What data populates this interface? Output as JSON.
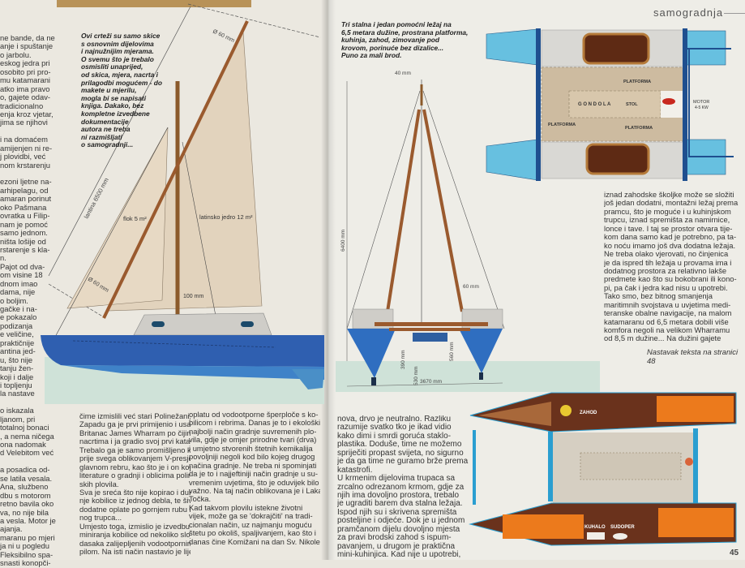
{
  "header": {
    "section": "samogradnja",
    "page_number": "45"
  },
  "left_page": {
    "column_left": [
      "ne bande, da ne",
      "anje i spuštanje",
      "o jarbolu.",
      "eskog jedra pri",
      "osobito pri pro-",
      "mu katamarani",
      "atko ima pravo",
      "o, gajete odav-",
      "tradicionalno",
      "enja kroz vjetar,",
      "jima se njihovi",
      "",
      "i na domaćem",
      "amijenjen ni re-",
      "j plovidbi, već",
      "nom krstarenju",
      "",
      "ezoni ljetne na-",
      "arhipelagu, od",
      "amaran porinut",
      "oko Pašmana",
      "ovratka u Filip-",
      "nam je pomoć",
      "samo jednom.",
      "ništa lošije od",
      "rstarenje s kla-",
      "n.",
      "Pajot od dva-",
      "om visine 18",
      "dnom imao",
      "dama, nije",
      "o boljim.",
      "gačke i na-",
      "e pokazalo",
      "podizanja",
      "e veličine,",
      "praktičnije",
      "antina jed-",
      "u, što nije",
      "tanju žen-",
      "koji i dalje",
      "i topljenju",
      "la nastave",
      "",
      "o iskazala",
      "ljanom, pri",
      "totalnoj bonaci",
      ", a nema ničega",
      "ona nadomak",
      "d Velebitom već",
      "",
      "a posadica od-",
      "se latila vesala.",
      "Ana, službeno",
      "dbu s motorom",
      "retno bavila oko",
      "va, no nije bila",
      "a vesla. Motor je",
      "ajanja.",
      "maranu po mjeri",
      "ja ni u pogledu",
      "Fleksibilno spa-",
      "snasti konopči-"
    ],
    "caption": [
      "Ovi crteži su samo skice",
      "s osnovnim dijelovima",
      "i najnužnijim mjerama.",
      "O svemu što je trebalo",
      "osmisliti unaprijed,",
      "od skica, mjera, nacrta i",
      "prilagodbi mogućem - do",
      "makete u mjerilu,",
      "mogla bi se napisati",
      "knjiga. Dakako, bez",
      "kompletne izvedbene",
      "dokumentacije",
      "autora ne treba",
      "ni razmišljati",
      "o samogradnji..."
    ],
    "drawing_labels": {
      "yard_length": "lantina 6500 mm",
      "yard_diameter_top": "Ø 60 mm",
      "yard_diameter_bottom": "Ø 60 mm",
      "jib": "flok 5 m²",
      "lateen_sail": "latinsko jedro 12 m²",
      "mast_width": "100 mm"
    },
    "column_bottom_1": [
      "čime izmislili već stari Polinežani, a na",
      "Zapadu ga je prvi primijenio i usavršio",
      "Britanac James Wharram po čijim sam",
      "nacrtima i ja gradio svoj prvi katamaran.",
      "Trebalo ga je samo promišljeno kopirati,",
      "prije svega oblikovanjem  V-presjeka na",
      "glavnom rebru, kao što je i on kopirao iz",
      "literature o gradnji i oblicima polinezij-",
      "skih plovila.",
      "   Sva je sreća što nije kopirao i dublje-",
      "nje kobilice iz jednog debla, te šivanje",
      "dodatne oplate po gornjem rubu istesa-",
      "nog trupca...",
      "   Umjesto toga, izmislio je izvedbu la-",
      "miniranja kobilice od nekoliko slojeva",
      "dasaka zalijepljenih vodootpornim lje-",
      "pilom. Na isti način nastavio je lijepiti i"
    ],
    "column_bottom_2": [
      "oplatu od vodootporne šperploče s ko-",
      "bilicom i rebrima. Danas je to i ekološki",
      "najbolji način gradnje suvremenih plo-",
      "vila, gdje je omjer prirodne tvari (drva)",
      "i umjetno stvorenih štetnih kemikalija",
      "povoljniji negoli kod bilo kojeg drugog",
      "načina gradnje. Ne treba ni spominjati",
      "da je to i najjeftiniji način gradnje u su-",
      "vremenim uvjetima, što je oduvijek bilo",
      "važno. Na taj način oblikovana je i Laka",
      "Točka.",
      "   Kad takvom plovilu istekne životni",
      "vijek, može ga se 'dokrajčiti' na tradi-",
      "cionalan način, uz najmanju moguću",
      "štetu po okoliš, spaljivanjem, kao što i",
      "danas čine Komižani na dan Sv. Nikole."
    ]
  },
  "right_page": {
    "caption": [
      "Tri stalna i jedan pomoćni ležaj na",
      "6,5 metara dužine, prostrana platforma,",
      "kuhinja, zahod, zimovanje pod",
      "krovom, porinuće bez dizalice...",
      "Puno za mali brod."
    ],
    "top_view_labels": {
      "platform_top": "PLATFORMA",
      "platform_left": "PLATFORMA",
      "platform_bottom": "PLATFORMA",
      "gondola": "G O N D O L A",
      "table": "STOL",
      "motor": "MOTOR",
      "motor_power": "4-5 KW"
    },
    "front_view_labels": {
      "mast_top": "40 mm",
      "height": "6400 mm",
      "leg": "60 mm",
      "draft_1": "390 mm",
      "draft_2": "530 mm",
      "clearance": "560 mm",
      "beam": "3670 mm"
    },
    "plan_view_labels": {
      "toilet": "ZAHOD",
      "stove": "KUHALO",
      "sink": "SUDOPER"
    },
    "column_right": [
      "iznad zahodske školjke može se složiti",
      "još jedan dodatni, montažni ležaj prema",
      "pramcu, što je moguće i u kuhinjskom",
      "trupcu, iznad spremišta za namirnice,",
      "lonce i tave. I taj se prostor otvara tije-",
      "kom dana samo kad je potrebno, pa ta-",
      "ko noću imamo još dva dodatna ležaja.",
      "   Ne treba olako vjerovati, no činjenica",
      "je da ispred tih ležaja u provama ima i",
      "dodatnog prostora za relativno lakše",
      "predmete kao što su bokobrani ili kono-",
      "pi, pa čak i jedra kad nisu u upotrebi.",
      "   Tako smo, bez bitnog smanjenja",
      "maritimnih svojstava u uvjetima medi-",
      "teranske obalne navigacije, na malom",
      "katamaranu od 6,5 metara dobili više",
      "komfora negoli na velikom Wharramu",
      "od 8,5 m dužine...  Na dužini gajete"
    ],
    "continue_note": "Nastavak teksta na stranici 48",
    "column_bottom": [
      "nova, drvo je neutralno. Razliku",
      "razumije svatko tko je ikad vidio",
      "kako dimi i smrdi goruća staklo-",
      "plastika. Doduše, time ne možemo",
      "spriječiti propast svijeta, no sigurno",
      "je da ga time ne guramo brže prema",
      "katastrofi.",
      "   U krmenim dijelovima trupaca sa",
      "zrcalno odrezanom krmom, gdje za",
      "njih ima dovoljno prostora, trebalo",
      "je ugraditi barem dva stalna ležaja.",
      "Ispod njih su i skrivena spremišta",
      "posteljine i odjeće. Dok je u jednom",
      "pramčanom dijelu dovoljno mjesta",
      "za pravi brodski zahod  s ispum-",
      "pavanjem, u drugom je praktična",
      "mini-kuhinjica. Kad nije u upotrebi,"
    ]
  },
  "colors": {
    "hull_blue": "#2f5fb0",
    "sail": "#e2d3bd",
    "wood": "#9a5a2e",
    "water": "#cfe2d8",
    "top_hull": "#67c0e0",
    "plan_orange": "#ec7a1c",
    "plan_brown": "#6a321c",
    "platform": "#cdbba0"
  }
}
